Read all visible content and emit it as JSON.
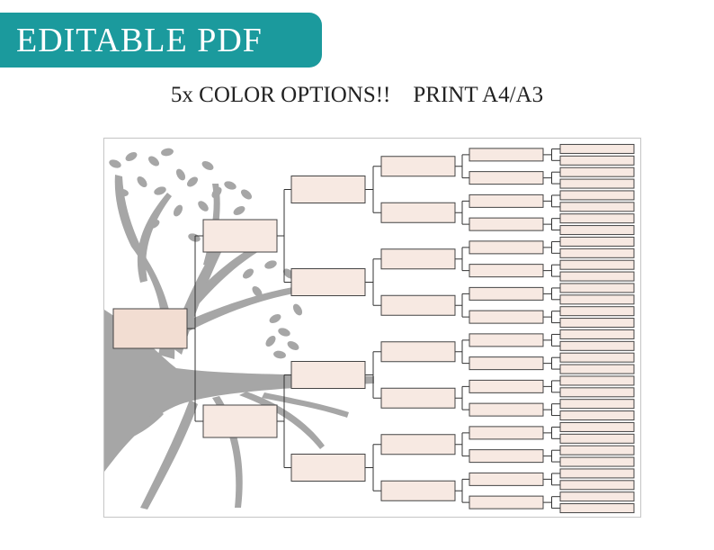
{
  "header": {
    "badge_text": "EDITABLE PDF",
    "badge_color": "#1b9a9d",
    "subtitle": "5x COLOR OPTIONS!!    PRINT A4/A3"
  },
  "chart": {
    "tree_color": "#a6a6a6",
    "box_fill": "#f7e9e2",
    "box_fill_root": "#f2ddd2",
    "box_stroke": "#444444",
    "connector_color": "#333333",
    "generations": [
      1,
      2,
      4,
      8,
      16,
      32
    ]
  }
}
